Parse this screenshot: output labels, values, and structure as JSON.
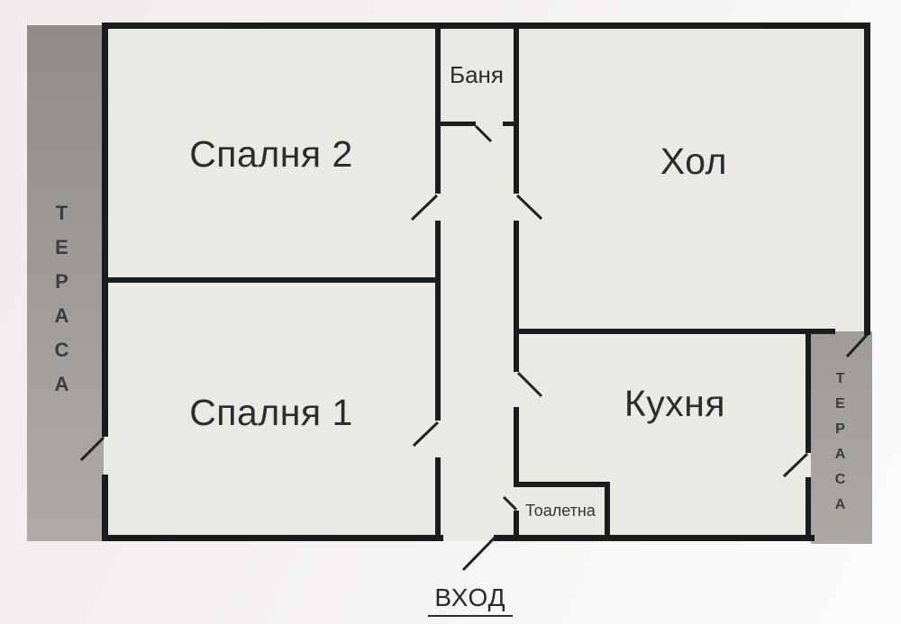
{
  "rooms": {
    "bedroom2": {
      "label": "Спалня 2"
    },
    "hall": {
      "label": "Хол"
    },
    "bathroom": {
      "label": "Баня"
    },
    "bedroom1": {
      "label": "Спалня 1"
    },
    "kitchen": {
      "label": "Кухня"
    },
    "toilet": {
      "label": "Тоалетна"
    }
  },
  "terraces": {
    "left": {
      "label": "ТЕРАСА"
    },
    "right": {
      "label": "ТЕРАСА"
    }
  },
  "entrance": {
    "label": "ВХОД"
  },
  "colors": {
    "wall": "#1a1c1e",
    "door_line": "#1f2123",
    "floor": "#ebe9e4",
    "terrace_left_top": "#8f8c8a",
    "terrace_left_bottom": "#aeaaa7",
    "terrace_right": "#a6a29f",
    "background": "#f3eef0",
    "label_text": "#2a2c2e"
  }
}
